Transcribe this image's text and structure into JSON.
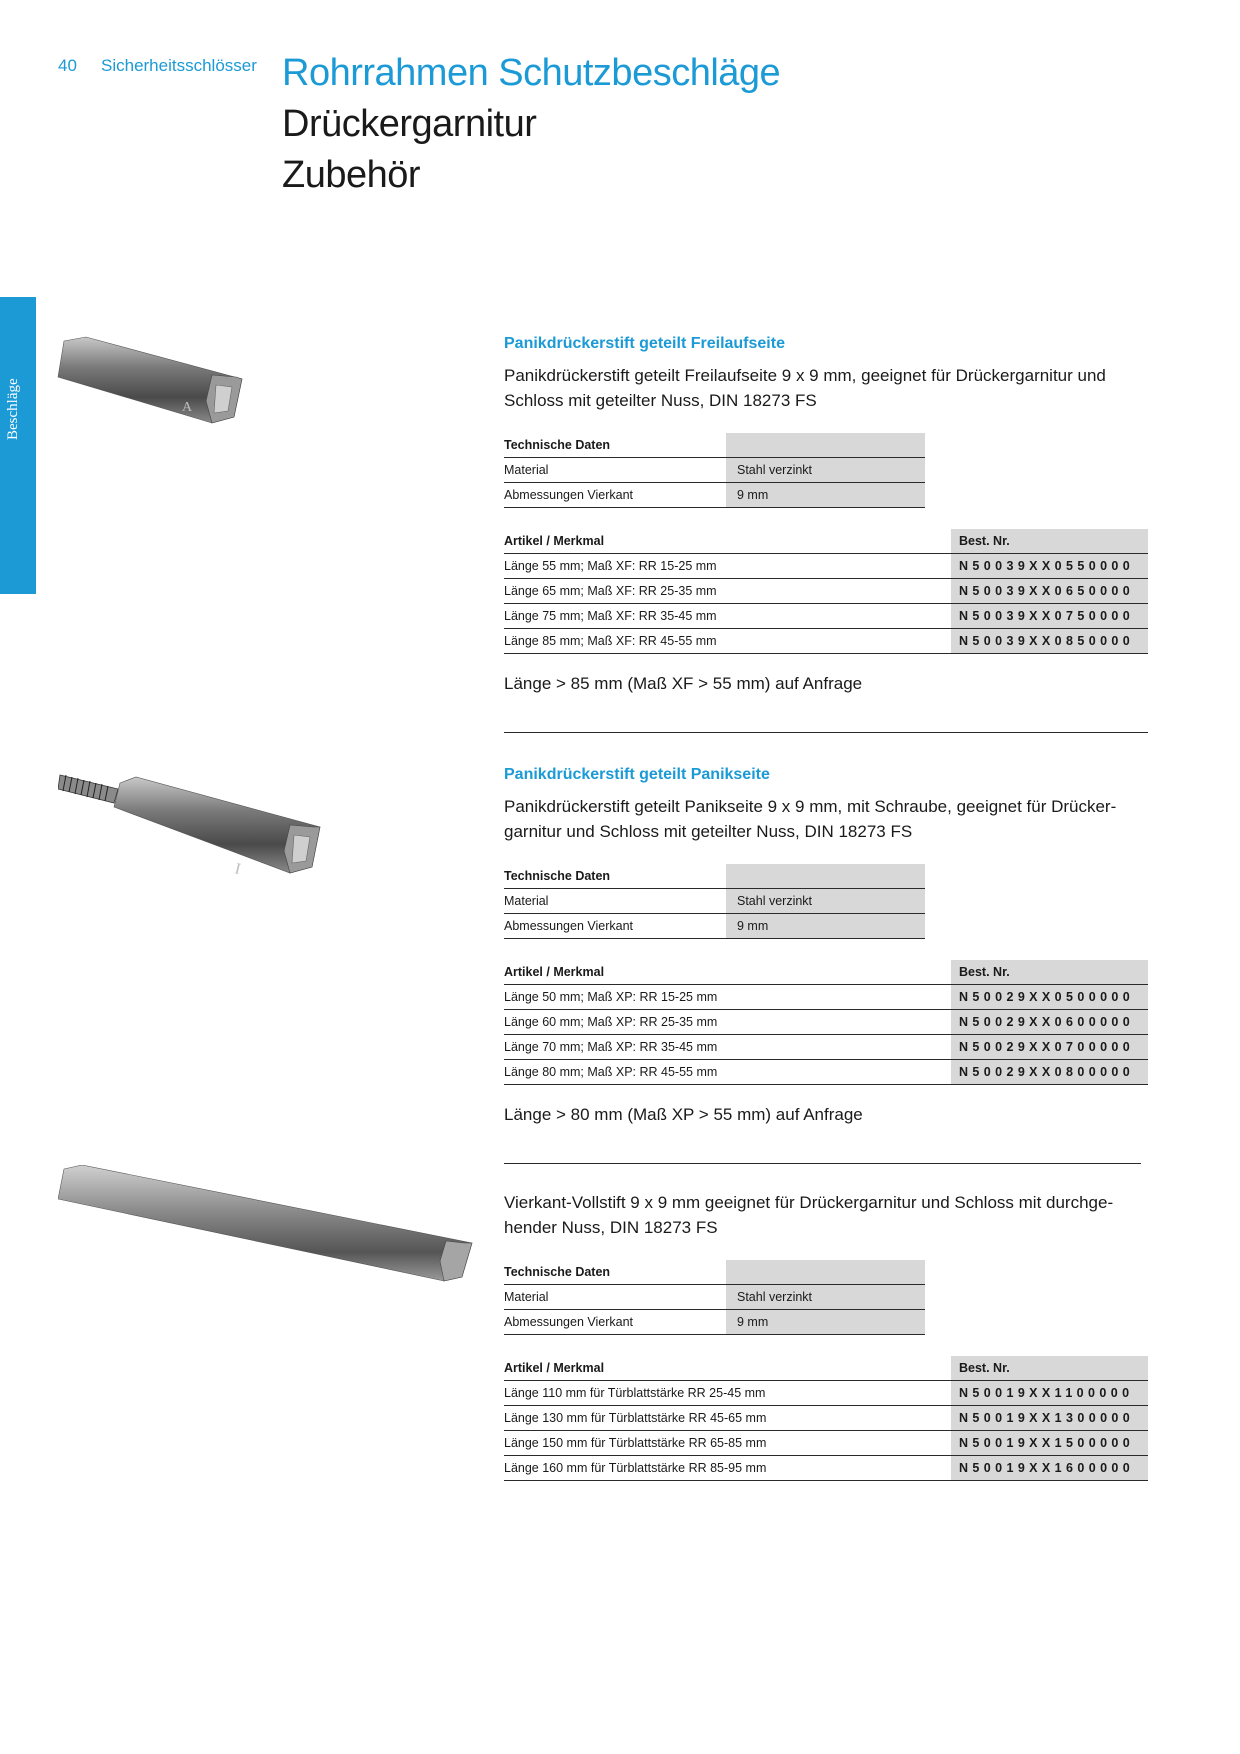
{
  "header": {
    "page_number": "40",
    "section": "Sicherheitsschlösser",
    "title": "Rohrrahmen Schutzbeschläge",
    "subtitle_1": "Drückergarnitur",
    "subtitle_2": "Zubehör"
  },
  "side_tab": {
    "label": "Beschläge",
    "color": "#1b9ad6"
  },
  "colors": {
    "accent": "#1b9ad6",
    "table_fill": "#d8d8d8",
    "text": "#1a1a1a"
  },
  "sections": [
    {
      "title": "Panikdrückerstift geteilt Freilaufseite",
      "description": "Panikdrückerstift geteilt Freilaufseite  9 x 9 mm,  geeignet für Drückergarnitur und Schloss mit geteilter Nuss, DIN 18273 FS",
      "image_icon": "split-pin-free-side-image",
      "pin_letter": "A",
      "tech_header": "Technische Daten",
      "tech_rows": [
        {
          "label": "Material",
          "value": "Stahl verzinkt"
        },
        {
          "label": "Abmessungen Vierkant",
          "value": "9 mm"
        }
      ],
      "article_header": "Artikel / Merkmal",
      "order_header": "Best. Nr.",
      "articles": [
        {
          "label": "Länge 55 mm; Maß XF: RR 15-25 mm",
          "order": "N50039XX0550000"
        },
        {
          "label": "Länge 65 mm; Maß XF: RR 25-35 mm",
          "order": "N50039XX0650000"
        },
        {
          "label": "Länge 75 mm; Maß XF: RR 35-45 mm",
          "order": "N50039XX0750000"
        },
        {
          "label": "Länge 85 mm; Maß XF: RR 45-55 mm",
          "order": "N50039XX0850000"
        }
      ],
      "note": "Länge > 85 mm (Maß XF > 55 mm) auf Anfrage"
    },
    {
      "title": "Panikdrückerstift geteilt Panikseite",
      "description": "Panikdrückerstift geteilt Panikseite  9 x 9 mm,  mit Schraube, geeignet für Drücker-garnitur und Schloss mit geteilter Nuss, DIN 18273 FS",
      "image_icon": "split-pin-panic-side-image",
      "pin_letter": "I",
      "tech_header": "Technische Daten",
      "tech_rows": [
        {
          "label": "Material",
          "value": "Stahl verzinkt"
        },
        {
          "label": "Abmessungen Vierkant",
          "value": "9 mm"
        }
      ],
      "article_header": "Artikel / Merkmal",
      "order_header": "Best. Nr.",
      "articles": [
        {
          "label": "Länge 50 mm; Maß XP: RR 15-25 mm",
          "order": "N50029XX0500000"
        },
        {
          "label": "Länge 60 mm; Maß XP: RR 25-35 mm",
          "order": "N50029XX0600000"
        },
        {
          "label": "Länge 70 mm; Maß XP: RR 35-45 mm",
          "order": "N50029XX0700000"
        },
        {
          "label": "Länge 80 mm; Maß XP: RR 45-55 mm",
          "order": "N50029XX0800000"
        }
      ],
      "note": "Länge > 80 mm (Maß XP > 55 mm) auf Anfrage"
    },
    {
      "title": "",
      "description": "Vierkant-Vollstift  9 x 9 mm geeignet für Drückergarnitur und Schloss mit durchge-hender Nuss, DIN 18273 FS",
      "image_icon": "square-solid-pin-image",
      "tech_header": "Technische Daten",
      "tech_rows": [
        {
          "label": "Material",
          "value": "Stahl verzinkt"
        },
        {
          "label": "Abmessungen Vierkant",
          "value": "9 mm"
        }
      ],
      "article_header": "Artikel / Merkmal",
      "order_header": "Best. Nr.",
      "articles": [
        {
          "label": "Länge 110 mm für Türblattstärke RR 25-45 mm",
          "order": "N50019XX1100000"
        },
        {
          "label": "Länge 130 mm für Türblattstärke RR 45-65 mm",
          "order": "N50019XX1300000"
        },
        {
          "label": "Länge 150 mm für Türblattstärke RR 65-85 mm",
          "order": "N50019XX1500000"
        },
        {
          "label": "Länge 160 mm für Türblattstärke RR 85-95 mm",
          "order": "N50019XX1600000"
        }
      ],
      "note": ""
    }
  ]
}
